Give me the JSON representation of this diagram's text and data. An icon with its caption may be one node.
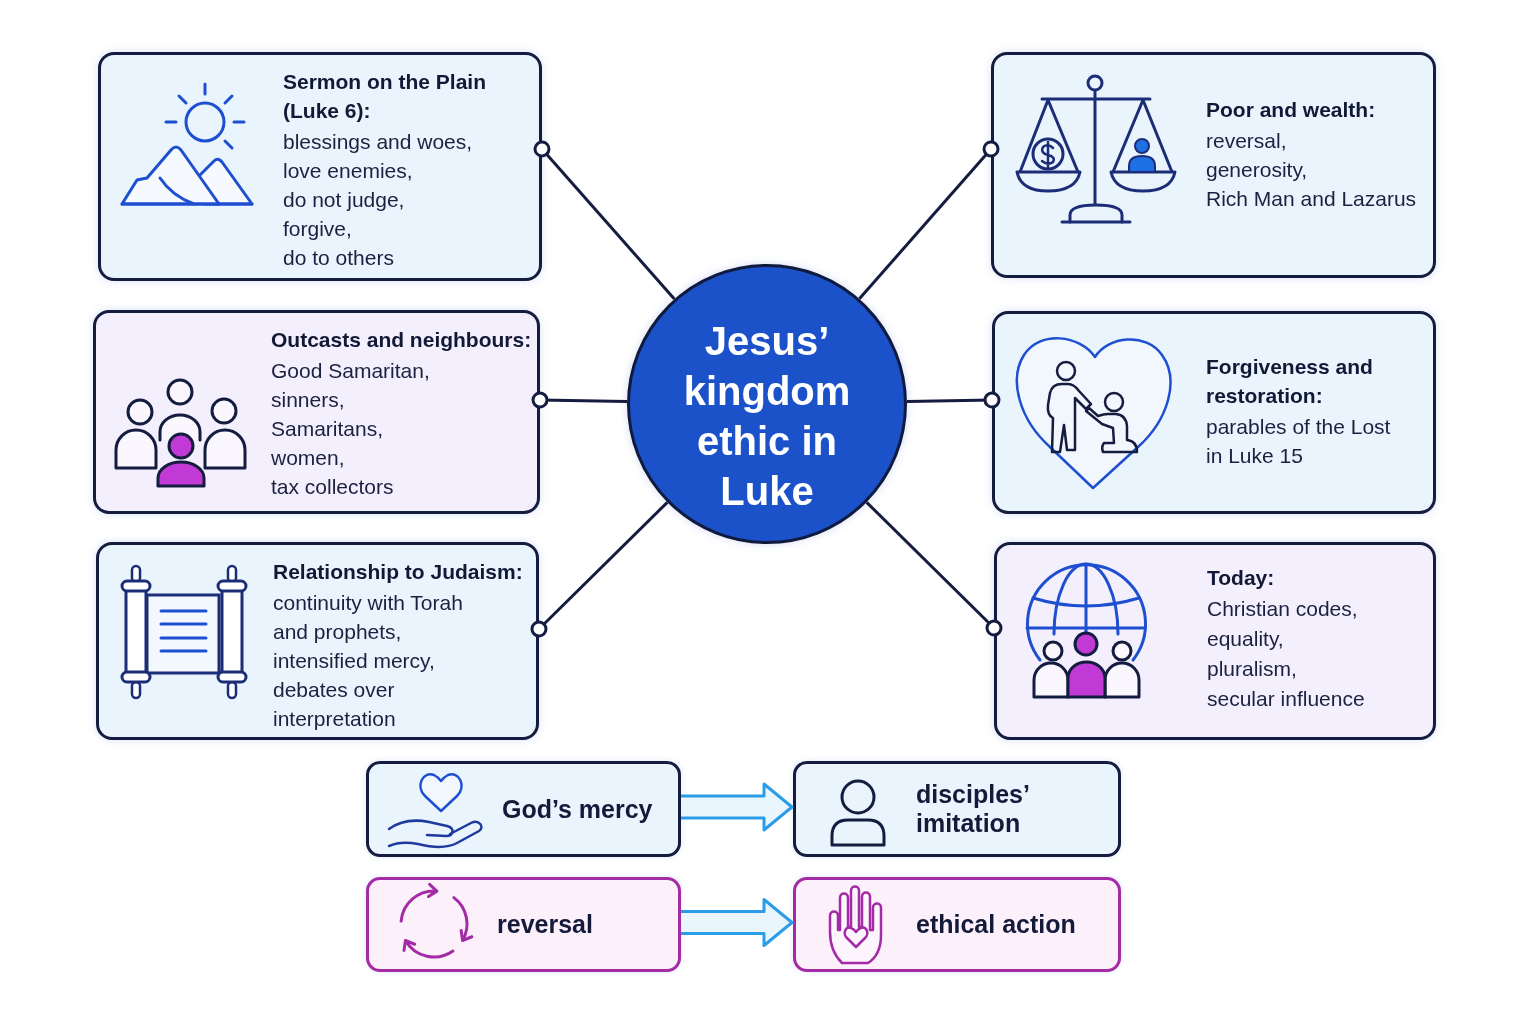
{
  "diagram": {
    "nodes": [
      {
        "text": [
          "Sermon on the Plain (Luke 6):",
          "blessings and woes, love enemies, do not judge, forgive, do to others"
        ]
      },
      {
        "text": [
          "Poor and wealth:",
          "reversal, generosity, Rich Man and Lazarus"
        ]
      },
      {
        "text": [
          "Outcasts and neighbours:",
          "Good Samaritan, sinners, Samaritans, women, tax collectors"
        ]
      },
      {
        "text": [
          "Jesus’ kingdom ethic in Luke"
        ]
      },
      {
        "text": [
          "Forgiveness and restoration:",
          "parables of the Lost in Luke 15"
        ]
      },
      {
        "text": [
          "Relationship to Judaism:",
          "continuity with Torah and prophets, intensified mercy, debates over interpretation"
        ]
      },
      {
        "text": [
          "Today:",
          "Christian codes, equality, pluralism, secular influence"
        ]
      },
      {
        "text": [
          "God’s mercy"
        ]
      },
      {
        "text": [
          "disciples’ imitation"
        ]
      },
      {
        "text": [
          "reversal"
        ]
      },
      {
        "text": [
          "ethical action"
        ]
      }
    ],
    "edges": [
      {
        "from": 3,
        "to": 0,
        "arrow": "other"
      },
      {
        "from": 3,
        "to": 1,
        "arrow": "other"
      },
      {
        "from": 3,
        "to": 2,
        "arrow": "other"
      },
      {
        "from": 3,
        "to": 4,
        "arrow": "other"
      },
      {
        "from": 3,
        "to": 5,
        "arrow": "other"
      },
      {
        "from": 3,
        "to": 6,
        "arrow": "other"
      },
      {
        "from": 7,
        "to": 8,
        "arrow": "to",
        "style": "thick",
        "color": "#2a9de6"
      },
      {
        "from": 9,
        "to": 10,
        "arrow": "to",
        "style": "thick",
        "color": "#2a9de6"
      }
    ]
  }
}
